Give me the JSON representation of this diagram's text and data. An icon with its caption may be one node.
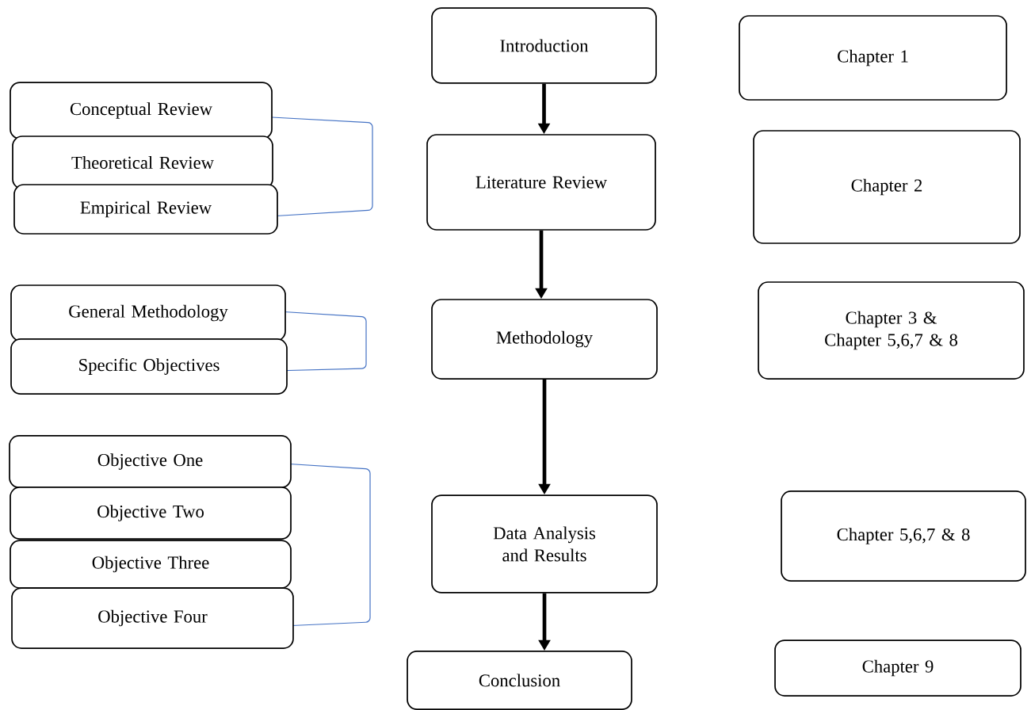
{
  "diagram": {
    "nodes": [
      {
        "text": [
          "Introduction"
        ]
      },
      {
        "text": [
          "Chapter 1"
        ]
      },
      {
        "text": [
          "Conceptual Review"
        ]
      },
      {
        "text": [
          "Theoretical Review"
        ]
      },
      {
        "text": [
          "Empirical Review"
        ]
      },
      {
        "text": [
          "Literature Review"
        ]
      },
      {
        "text": [
          "Chapter 2"
        ]
      },
      {
        "text": [
          "General Methodology"
        ]
      },
      {
        "text": [
          "Specific Objectives"
        ]
      },
      {
        "text": [
          "Methodology"
        ]
      },
      {
        "text": [
          "Chapter 3 & Chapter 5,6,7 & 8"
        ]
      },
      {
        "text": [
          "Objective One"
        ]
      },
      {
        "text": [
          "Objective Two"
        ]
      },
      {
        "text": [
          "Objective Three"
        ]
      },
      {
        "text": [
          "Objective Four"
        ]
      },
      {
        "text": [
          "Data Analysis and Results"
        ]
      },
      {
        "text": [
          "Chapter 5,6,7 & 8"
        ]
      },
      {
        "text": [
          "Conclusion"
        ]
      },
      {
        "text": [
          "Chapter 9"
        ]
      }
    ],
    "edges": [
      {
        "from": 0,
        "to": 5,
        "arrow": "to"
      },
      {
        "from": 5,
        "to": 9,
        "arrow": "to"
      },
      {
        "from": 9,
        "to": 15,
        "arrow": "to"
      },
      {
        "from": 15,
        "to": 17,
        "arrow": "to"
      }
    ]
  }
}
